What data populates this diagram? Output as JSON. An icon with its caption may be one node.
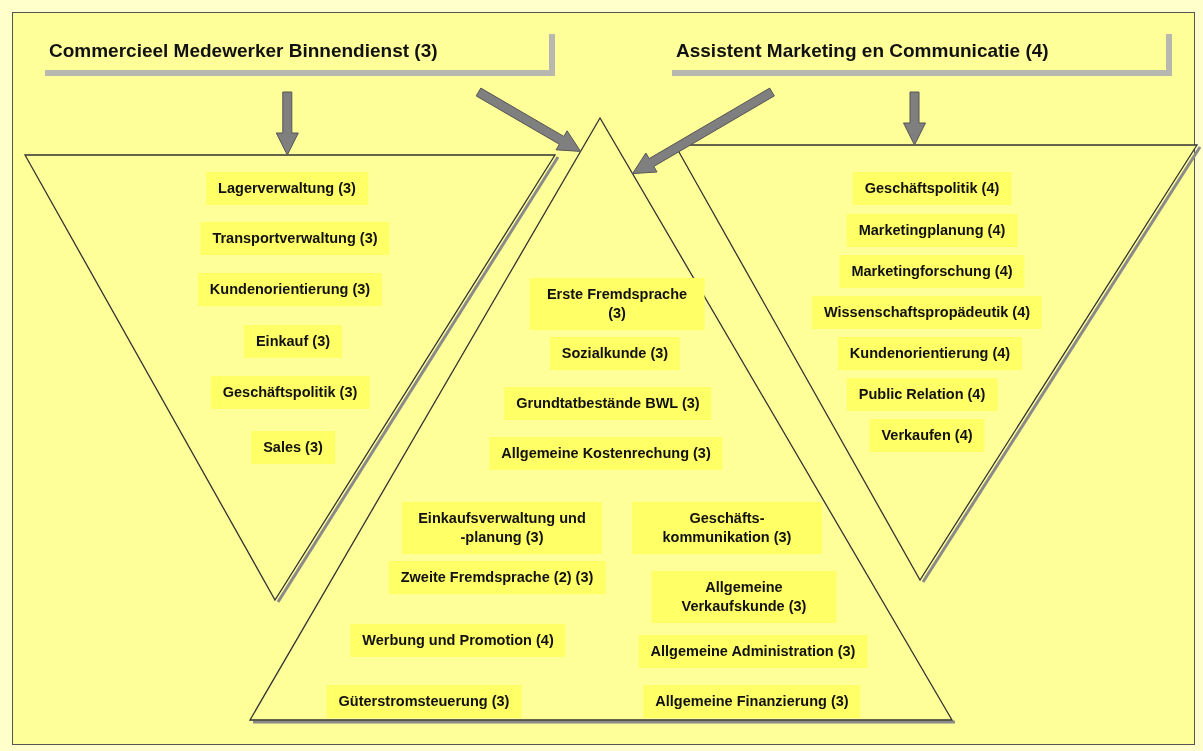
{
  "diagram": {
    "nodes": [
      {
        "text": [
          "Commercieel Medewerker Binnendienst (3)"
        ]
      },
      {
        "text": [
          "Assistent Marketing en Communicatie (4)"
        ]
      },
      {
        "text": [],
        "shape": "triangle"
      },
      {
        "text": [
          "Lagerverwaltung (3)"
        ],
        "in": 2
      },
      {
        "text": [
          "Transportverwaltung (3)"
        ],
        "in": 2
      },
      {
        "text": [
          "Kundenorientierung (3)"
        ],
        "in": 2
      },
      {
        "text": [
          "Einkauf (3)"
        ],
        "in": 2
      },
      {
        "text": [
          "Geschäftspolitik (3)"
        ],
        "in": 2
      },
      {
        "text": [
          "Sales (3)"
        ],
        "in": 2
      },
      {
        "text": [],
        "shape": "triangle"
      },
      {
        "text": [
          "Erste Fremdsprache (3)"
        ],
        "in": 9
      },
      {
        "text": [
          "Sozialkunde (3)"
        ],
        "in": 9
      },
      {
        "text": [
          "Grundtatbestände BWL (3)"
        ],
        "in": 9
      },
      {
        "text": [
          "Allgemeine Kostenrechung (3)"
        ],
        "in": 9
      },
      {
        "text": [
          "Einkaufsverwaltung und -planung (3)"
        ],
        "in": 9
      },
      {
        "text": [
          "Geschäfts- kommunikation (3)"
        ],
        "in": 9
      },
      {
        "text": [
          "Zweite Fremdsprache (2) (3)"
        ],
        "in": 9
      },
      {
        "text": [
          "Allgemeine Verkaufskunde (3)"
        ],
        "in": 9
      },
      {
        "text": [
          "Werbung und Promotion (4)"
        ],
        "in": 9
      },
      {
        "text": [
          "Allgemeine Administration (3)"
        ],
        "in": 9
      },
      {
        "text": [
          "Güterstromsteuerung (3)"
        ],
        "in": 9
      },
      {
        "text": [
          "Allgemeine Finanzierung (3)"
        ],
        "in": 9
      },
      {
        "text": [],
        "shape": "triangle"
      },
      {
        "text": [
          "Geschäftspolitik (4)"
        ],
        "in": 22
      },
      {
        "text": [
          "Marketingplanung (4)"
        ],
        "in": 22
      },
      {
        "text": [
          "Marketingforschung (4)"
        ],
        "in": 22
      },
      {
        "text": [
          "Wissenschaftspropädeutik (4)"
        ],
        "in": 22
      },
      {
        "text": [
          "Kundenorientierung (4)"
        ],
        "in": 22
      },
      {
        "text": [
          "Public Relation (4)"
        ],
        "in": 22
      },
      {
        "text": [
          "Verkaufen (4)"
        ],
        "in": 22
      }
    ],
    "edges": [
      {
        "from": 0,
        "to": 2,
        "arrow": "to"
      },
      {
        "from": 0,
        "to": 9,
        "arrow": "to"
      },
      {
        "from": 1,
        "to": 9,
        "arrow": "to"
      },
      {
        "from": 1,
        "to": 22,
        "arrow": "to"
      }
    ]
  }
}
